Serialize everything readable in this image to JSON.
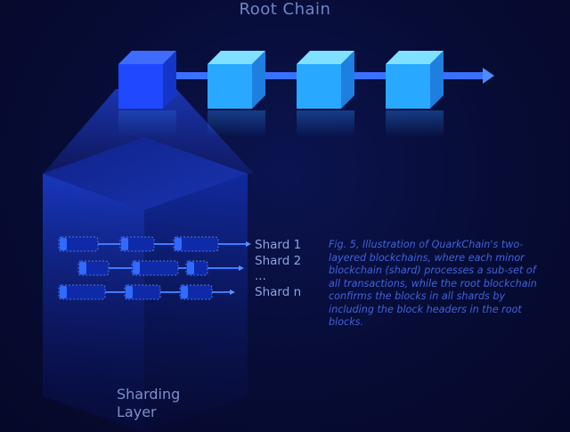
{
  "title": "Root Chain",
  "shards": [
    {
      "label": "Shard 1"
    },
    {
      "label": "Shard 2"
    },
    {
      "label": "..."
    },
    {
      "label": "Shard n"
    }
  ],
  "layer_label_line1": "Sharding",
  "layer_label_line2": "Layer",
  "caption": "Fig. 5, Illustration of QuarkChain's two-layered blockchains, where each minor blockchain (shard) processes a sub-set of all transactions, while the root blockchain confirms the blocks in all shards by including the block headers in the root blocks.",
  "colors": {
    "background": "#070c35",
    "cube_front": "#28a8ff",
    "cube_top": "#7fe0ff",
    "root_block": "#1f48ff",
    "arrow": "#3a70ff",
    "caption": "#3f63d8"
  }
}
